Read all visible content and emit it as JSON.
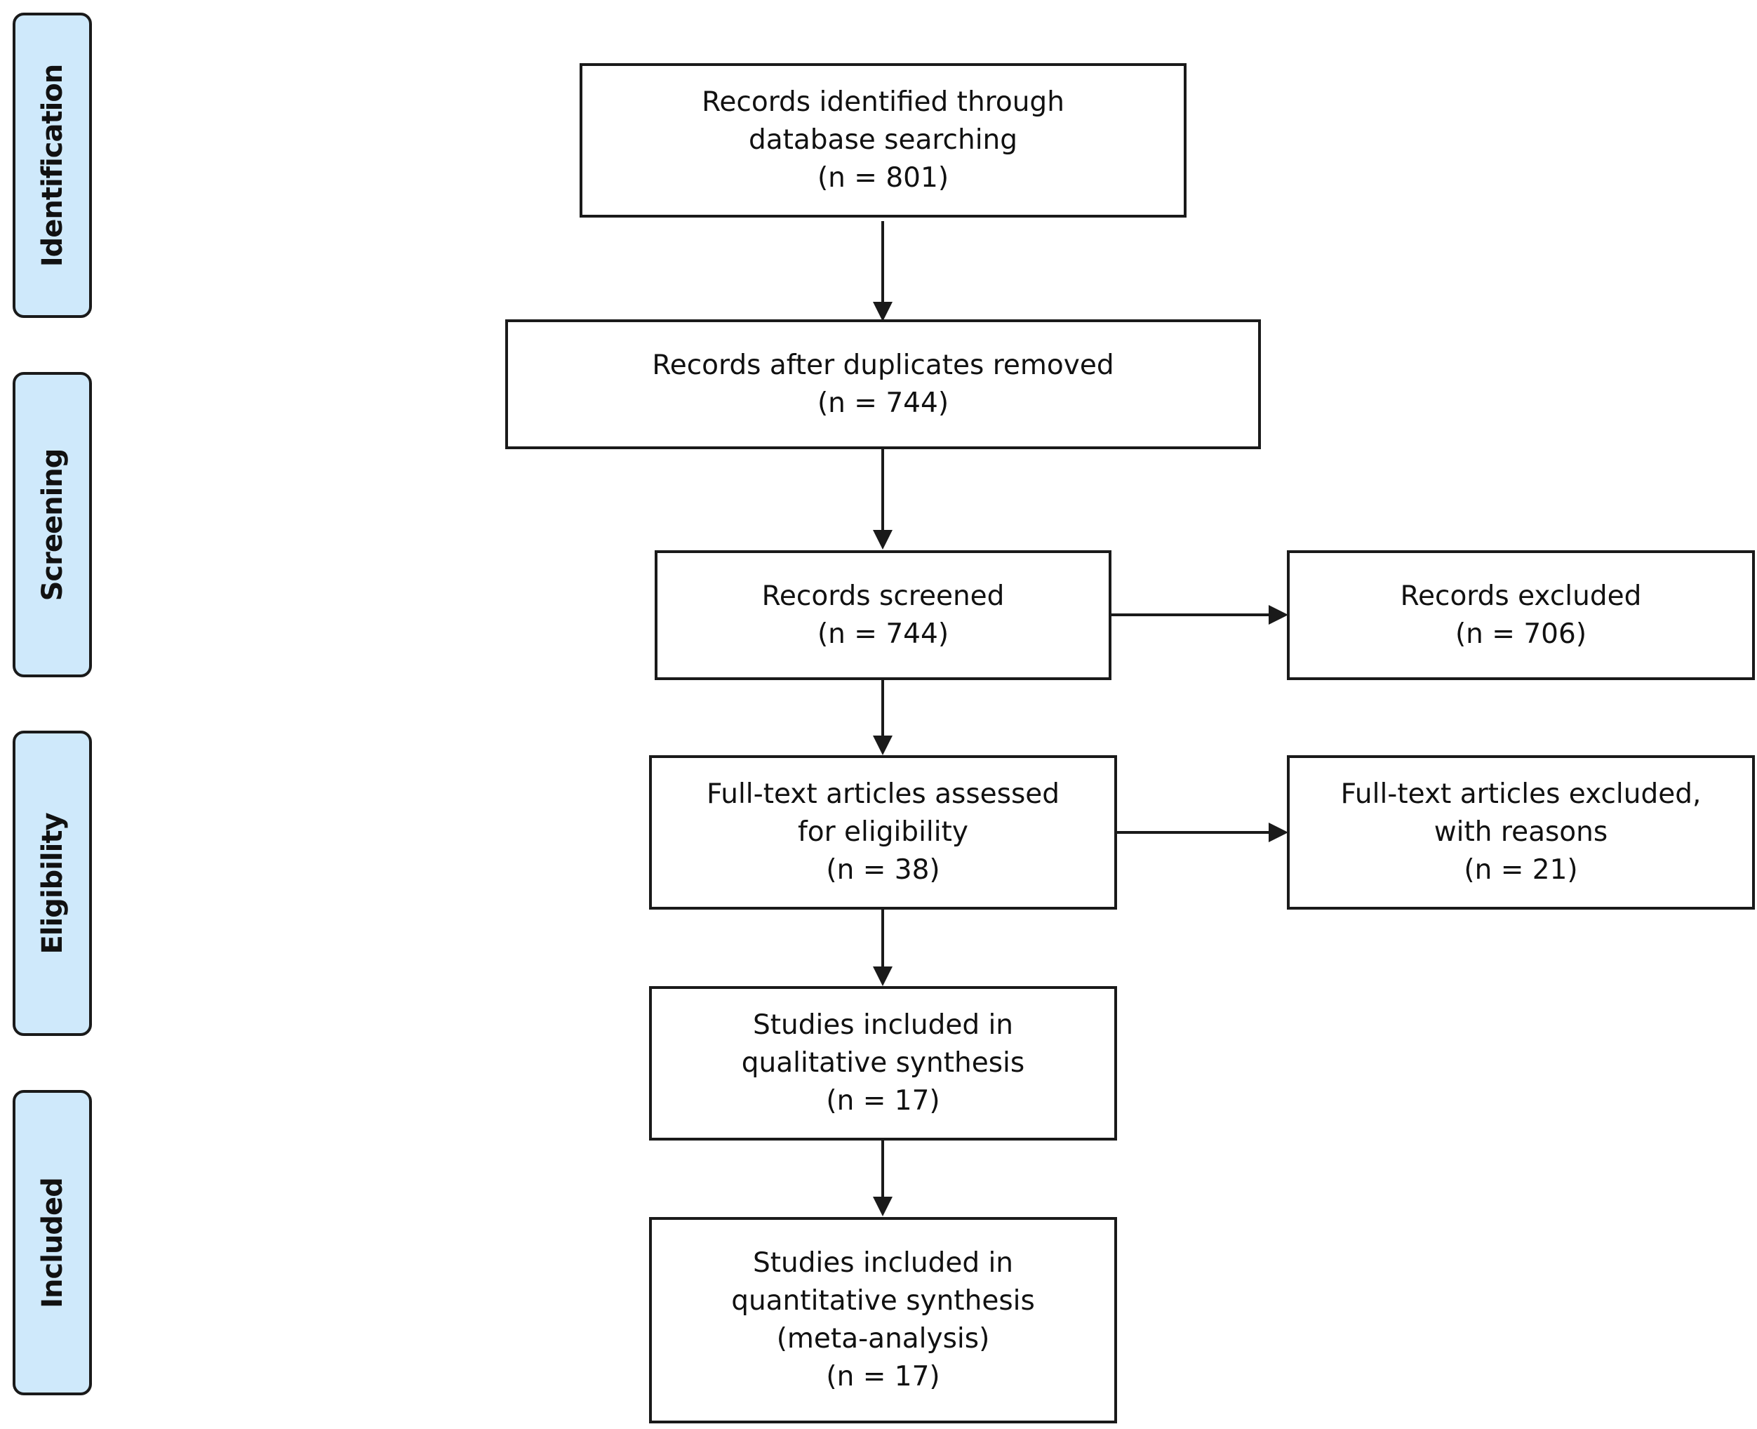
{
  "phases": {
    "identification": "Identification",
    "screening": "Screening",
    "eligibility": "Eligibility",
    "included": "Included"
  },
  "boxes": {
    "records_identified": {
      "line1": "Records identified through",
      "line2": "database searching",
      "count": "(n = 801)"
    },
    "after_duplicates": {
      "line1": "Records after duplicates removed",
      "count": "(n = 744)"
    },
    "screened": {
      "line1": "Records screened",
      "count": "(n = 744)"
    },
    "excluded": {
      "line1": "Records excluded",
      "count": "(n = 706)"
    },
    "fulltext_assessed": {
      "line1": "Full-text articles assessed",
      "line2": "for eligibility",
      "count": "(n = 38)"
    },
    "fulltext_excluded": {
      "line1": "Full-text articles excluded,",
      "line2": "with reasons",
      "count": "(n = 21)"
    },
    "qualitative": {
      "line1": "Studies included in",
      "line2": "qualitative synthesis",
      "count": "(n = 17)"
    },
    "quantitative": {
      "line1": "Studies included in",
      "line2": "quantitative synthesis",
      "line3": "(meta-analysis)",
      "count": "(n = 17)"
    }
  },
  "colors": {
    "phase_fill": "#cfe9fb",
    "border": "#1a1a1a",
    "text": "#111111"
  }
}
